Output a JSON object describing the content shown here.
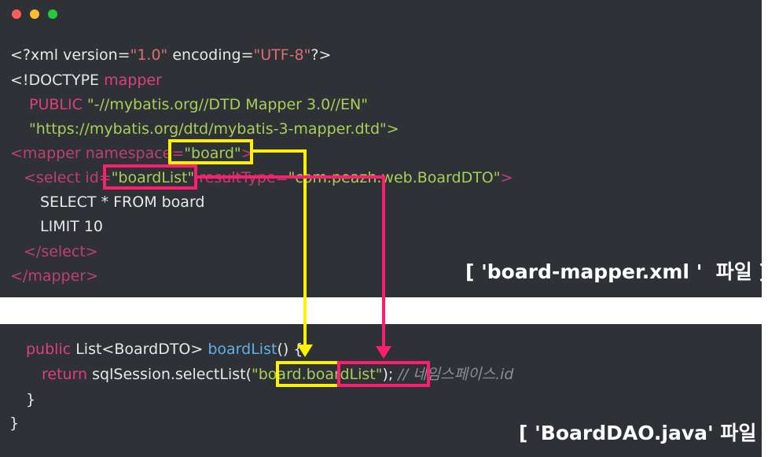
{
  "window": {
    "buttons": [
      "close",
      "minimize",
      "maximize"
    ]
  },
  "xml": {
    "l1": {
      "p1": "<?xml version=",
      "p2": "\"1.0\"",
      "p3": " encoding=",
      "p4": "\"UTF-8\"",
      "p5": "?>"
    },
    "l2": {
      "p1": "<!DOCTYPE ",
      "p2": "mapper"
    },
    "l3": {
      "p1": "PUBLIC ",
      "p2": "\"-//mybatis.org//DTD Mapper 3.0//EN\""
    },
    "l4": {
      "p1": "\"https://mybatis.org/dtd/mybatis-3-mapper.dtd\">"
    },
    "l5": {
      "p1": "<mapper namespace=",
      "p2": "\"board\"",
      "p3": ">"
    },
    "l6": {
      "p1": "<select id=",
      "p2": "\"boardList\"",
      "p3": " resultType=",
      "p4": "\"com.peazh.web.BoardDTO\"",
      "p5": ">"
    },
    "l7": "SELECT * FROM board",
    "l8": "LIMIT 10",
    "l9": "</select>",
    "l10": "</mapper>"
  },
  "caption_xml": "[ 'board-mapper.xml '  파일 ]",
  "java": {
    "l1": {
      "p1": "public ",
      "p2": "List<BoardDTO> ",
      "p3": "boardList",
      "p4": "() {"
    },
    "l2": {
      "p1": "return ",
      "p2": "sqlSession.selectList(",
      "p3": "\"board",
      "p4": ".",
      "p5": "boardList\"",
      "p6": "); ",
      "p7": "// 네임스페이스.id"
    },
    "l3": "}",
    "l4": "}"
  },
  "caption_java": "[ 'BoardDAO.java' 파일 ]",
  "colors": {
    "background": "#2e3135",
    "highlight_yellow": "#fff200",
    "highlight_magenta": "#ff1e6e"
  }
}
